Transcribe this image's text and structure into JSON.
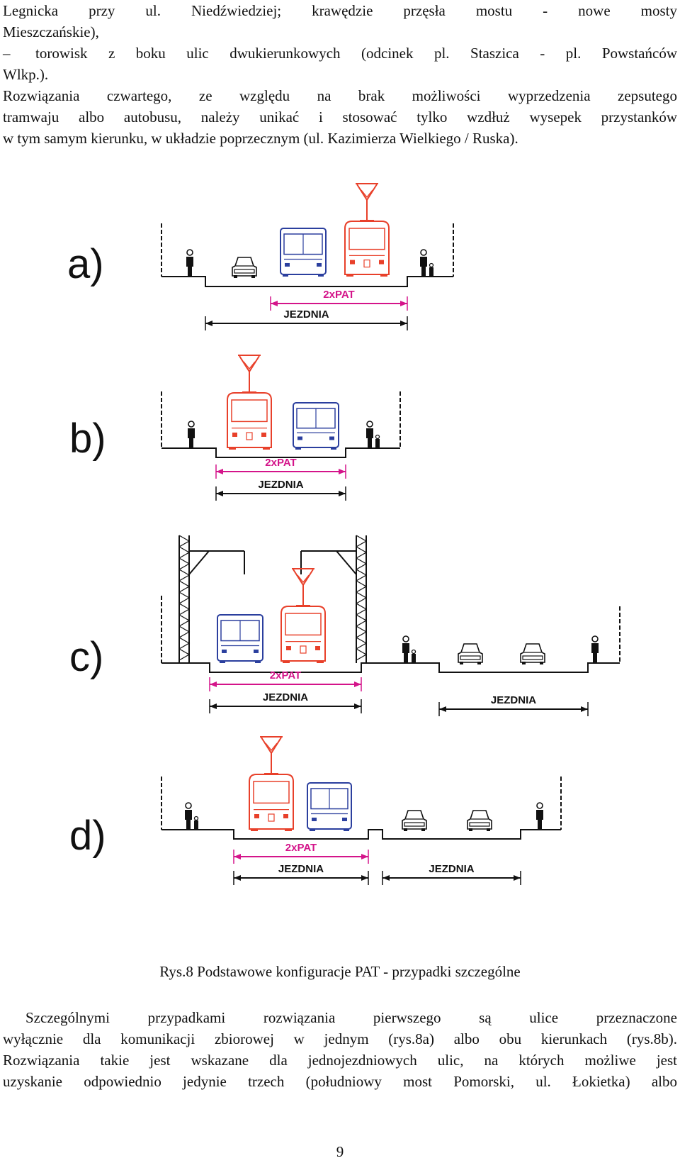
{
  "top_text": {
    "lines": [
      "Legnicka przy ul. Niedźwiedziej; krawędzie przęsła mostu - nowe mosty",
      "Mieszczańskie),",
      "torowisk z boku ulic dwukierunkowych (odcinek pl. Staszica - pl. Powstańców",
      "Wlkp.).",
      "Rozwiązania czwartego, ze względu na brak możliwości wyprzedzenia zepsutego",
      "tramwaju albo autobusu, należy unikać i stosować tylko wzdłuż wysepek przystanków",
      "w tym samym kierunku, w układzie poprzecznym (ul. Kazimierza Wielkiego / Ruska)."
    ],
    "dash": "–"
  },
  "figure": {
    "panels": [
      {
        "letter": "a)",
        "pat_label": "2xPAT",
        "road_labels": [
          "JEZDNIA"
        ]
      },
      {
        "letter": "b)",
        "pat_label": "2xPAT",
        "road_labels": [
          "JEZDNIA"
        ]
      },
      {
        "letter": "c)",
        "pat_label": "2xPAT",
        "road_labels": [
          "JEZDNIA",
          "JEZDNIA"
        ]
      },
      {
        "letter": "d)",
        "pat_label": "2xPAT",
        "road_labels": [
          "JEZDNIA",
          "JEZDNIA"
        ]
      }
    ],
    "colors": {
      "tram": "#e8402a",
      "bus": "#2b3f9e",
      "line": "#111111",
      "pat_dim": "#d4148a"
    },
    "caption": "Rys.8 Podstawowe konfiguracje PAT - przypadki szczególne"
  },
  "bottom_text": {
    "lines": [
      "Szczególnymi przypadkami rozwiązania pierwszego są ulice przeznaczone",
      "wyłącznie dla komunikacji zbiorowej w jednym (rys.8a) albo obu kierunkach (rys.8b).",
      "Rozwiązania takie jest wskazane dla jednojezdniowych ulic, na których możliwe jest",
      "uzyskanie odpowiednio jedynie trzech (południowy most Pomorski, ul. Łokietka) albo"
    ]
  },
  "page_number": "9"
}
